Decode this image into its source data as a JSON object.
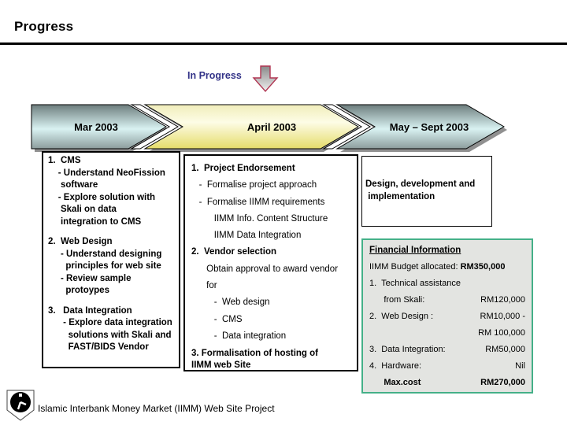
{
  "header": {
    "title": "Progress"
  },
  "status": {
    "label": "In Progress"
  },
  "timeline": {
    "arrows": [
      {
        "label": "Mar 2003"
      },
      {
        "label": "April 2003"
      },
      {
        "label": "May – Sept 2003"
      }
    ]
  },
  "march_box": {
    "item1": "1.  CMS\n    - Understand NeoFission\n     software\n    - Explore solution with\n     Skali on data\n     integration to CMS",
    "item2": "2.  Web Design\n     - Understand designing\n       principles for web site\n     - Review sample\n       protoypes",
    "item3": "3.   Data Integration\n      - Explore data integration\n        solutions with Skali and\n        FAST/BIDS Vendor"
  },
  "april_box": {
    "item1_title": "1.  Project Endorsement",
    "item1_body": "   -  Formalise project approach\n   -  Formalise IIMM requirements\n         IIMM Info. Content Structure\n         IIMM Data Integration",
    "item2_title": "2.  Vendor selection",
    "item2_body": "      Obtain approval to award vendor\n      for\n         -  Web design\n         -  CMS\n         -  Data integration",
    "item3_title": "3. Formalisation of hosting of\nIIMM web Site"
  },
  "design_box": {
    "content": "Design, development and\n implementation"
  },
  "financial_box": {
    "title": "Financial Information",
    "budget_label": "IIMM Budget allocated: ",
    "budget_value": "RM350,000",
    "rows": [
      {
        "label": "1.  Technical assistance",
        "value": ""
      },
      {
        "label": "      from Skali:",
        "value": "RM120,000"
      },
      {
        "label": "2.  Web Design :",
        "value": "RM10,000 -"
      },
      {
        "label": "",
        "value": "RM 100,000"
      },
      {
        "label": "3.  Data Integration:",
        "value": "RM50,000"
      },
      {
        "label": "4.  Hardware:",
        "value": "Nil"
      },
      {
        "label": "      Max.cost",
        "value": "RM270,000"
      }
    ]
  },
  "footer": {
    "label": "Islamic Interbank Money Market (IIMM) Web Site Project"
  },
  "colors": {
    "status_text": "#333388",
    "cyan_arrow": [
      "#6d7d7d",
      "#d9f2f2",
      "#8c9c9c"
    ],
    "yellow_arrow": [
      "#f0edba",
      "#fdfce6",
      "#e5dc6a"
    ],
    "arrow_outline": "#000000",
    "arrow_shadow": "#909090",
    "down_arrow_stroke": "#b03552",
    "financial_border": "#44b088",
    "financial_bg": "#e3e4e1"
  }
}
